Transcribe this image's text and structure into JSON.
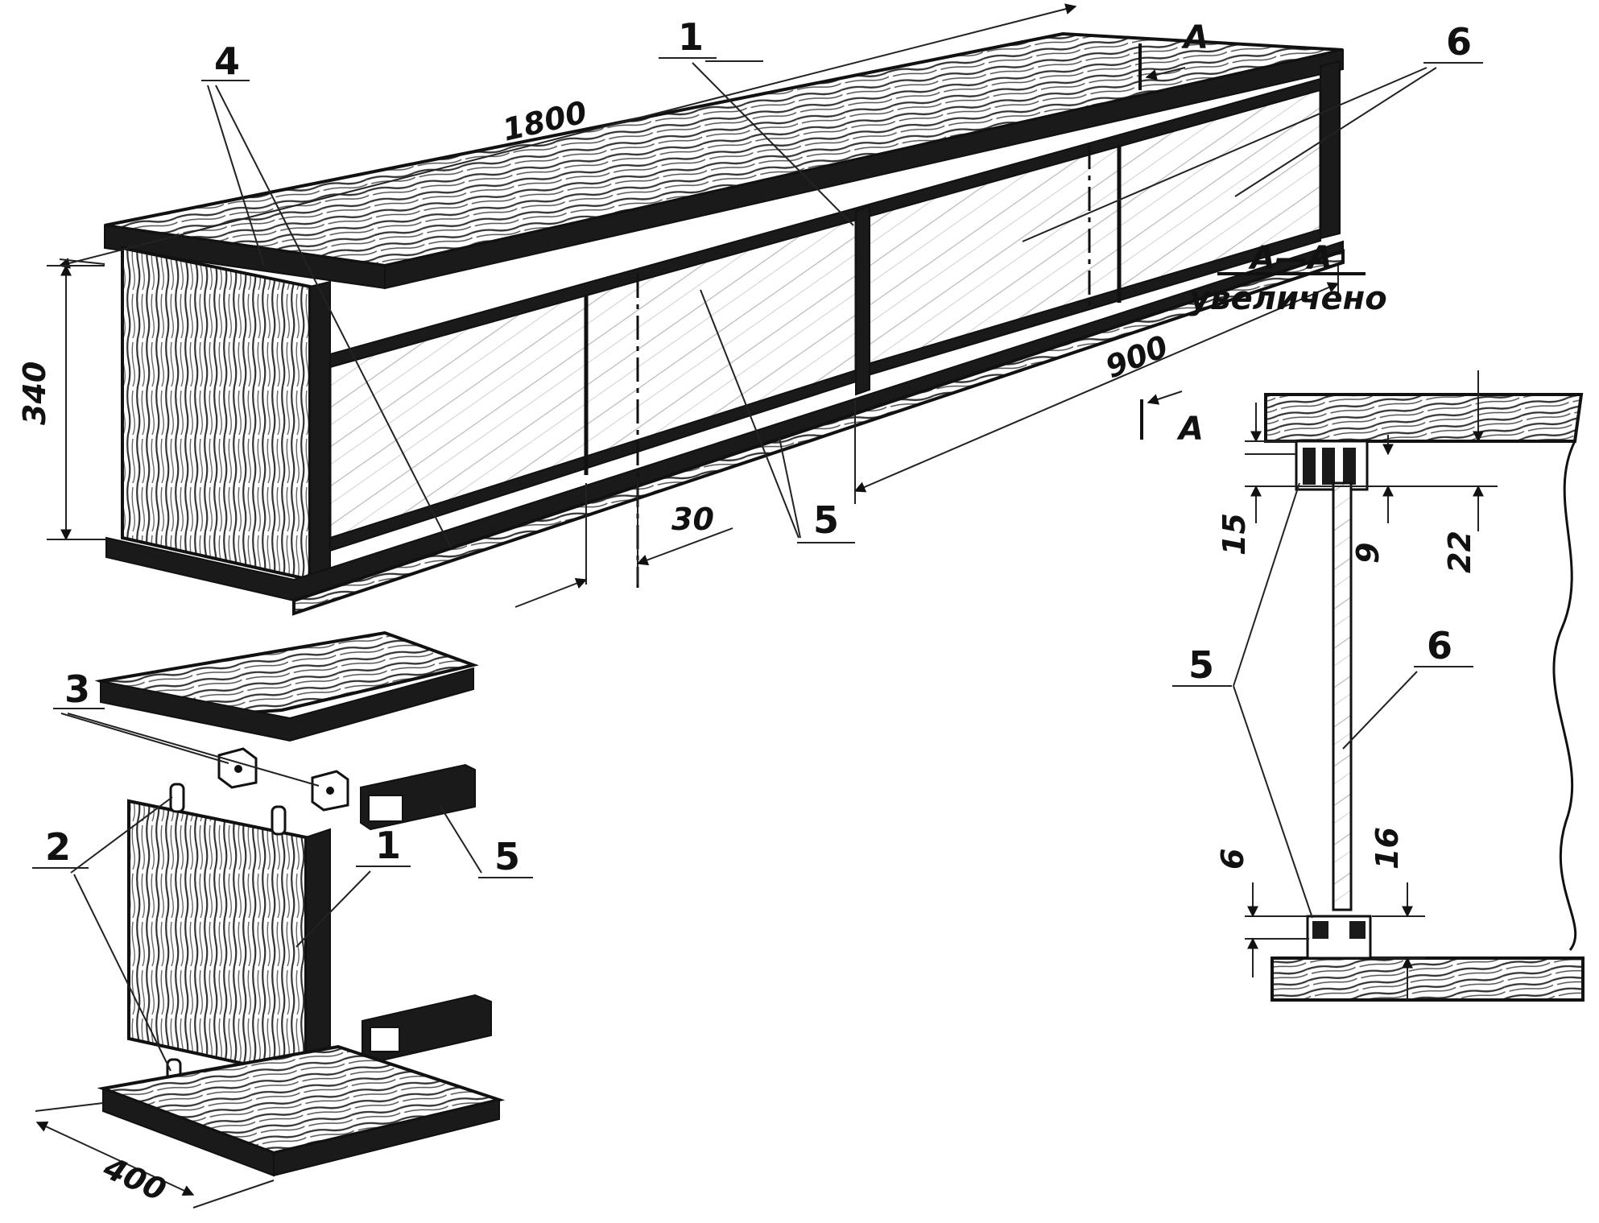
{
  "labels": {
    "part_1_main": "1",
    "part_1_detail": "1",
    "part_2": "2",
    "part_3": "3",
    "part_4": "4",
    "part_5_main": "5",
    "part_5_detail": "5",
    "part_5_section": "5",
    "part_6_main": "6",
    "part_6_section": "6"
  },
  "dimensions": {
    "length_total": "1800",
    "height": "340",
    "half_length": "900",
    "gap": "30",
    "depth": "400",
    "sec_15": "15",
    "sec_9": "9",
    "sec_22": "22",
    "sec_6": "6",
    "sec_16": "16"
  },
  "section": {
    "marker_top": "A",
    "marker_bottom": "A",
    "title": "A—A",
    "subtitle": "увеличено"
  },
  "colors": {
    "ink": "#111111",
    "paper": "#ffffff"
  }
}
